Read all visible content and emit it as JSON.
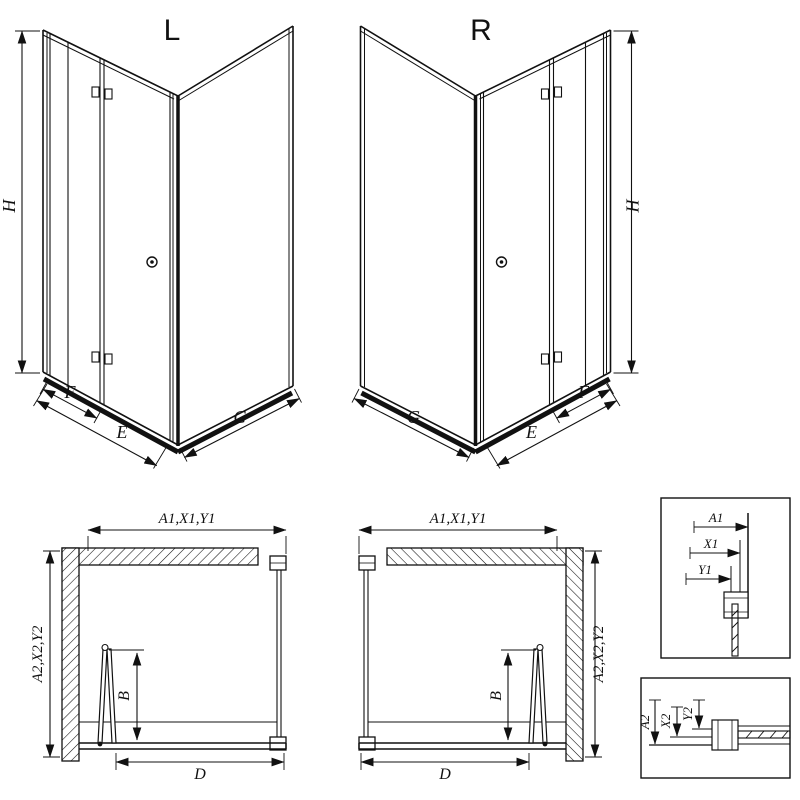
{
  "figure": {
    "view_l": {
      "label": "L",
      "dim_h": "H",
      "dim_f": "F",
      "dim_e": "E",
      "dim_g": "G"
    },
    "view_r": {
      "label": "R",
      "dim_h": "H",
      "dim_f": "F",
      "dim_e": "E",
      "dim_g": "G"
    },
    "plan_l": {
      "dim_top": "A1,X1,Y1",
      "dim_side": "A2,X2,Y2",
      "dim_b": "B",
      "dim_d": "D"
    },
    "plan_r": {
      "dim_top": "A1,X1,Y1",
      "dim_side": "A2,X2,Y2",
      "dim_b": "B",
      "dim_d": "D"
    },
    "detail_1": {
      "a1": "A1",
      "x1": "X1",
      "y1": "Y1"
    },
    "detail_2": {
      "a2": "A2",
      "x2": "X2",
      "y2": "Y2"
    }
  },
  "colors": {
    "line": "#111111",
    "background": "#ffffff"
  }
}
